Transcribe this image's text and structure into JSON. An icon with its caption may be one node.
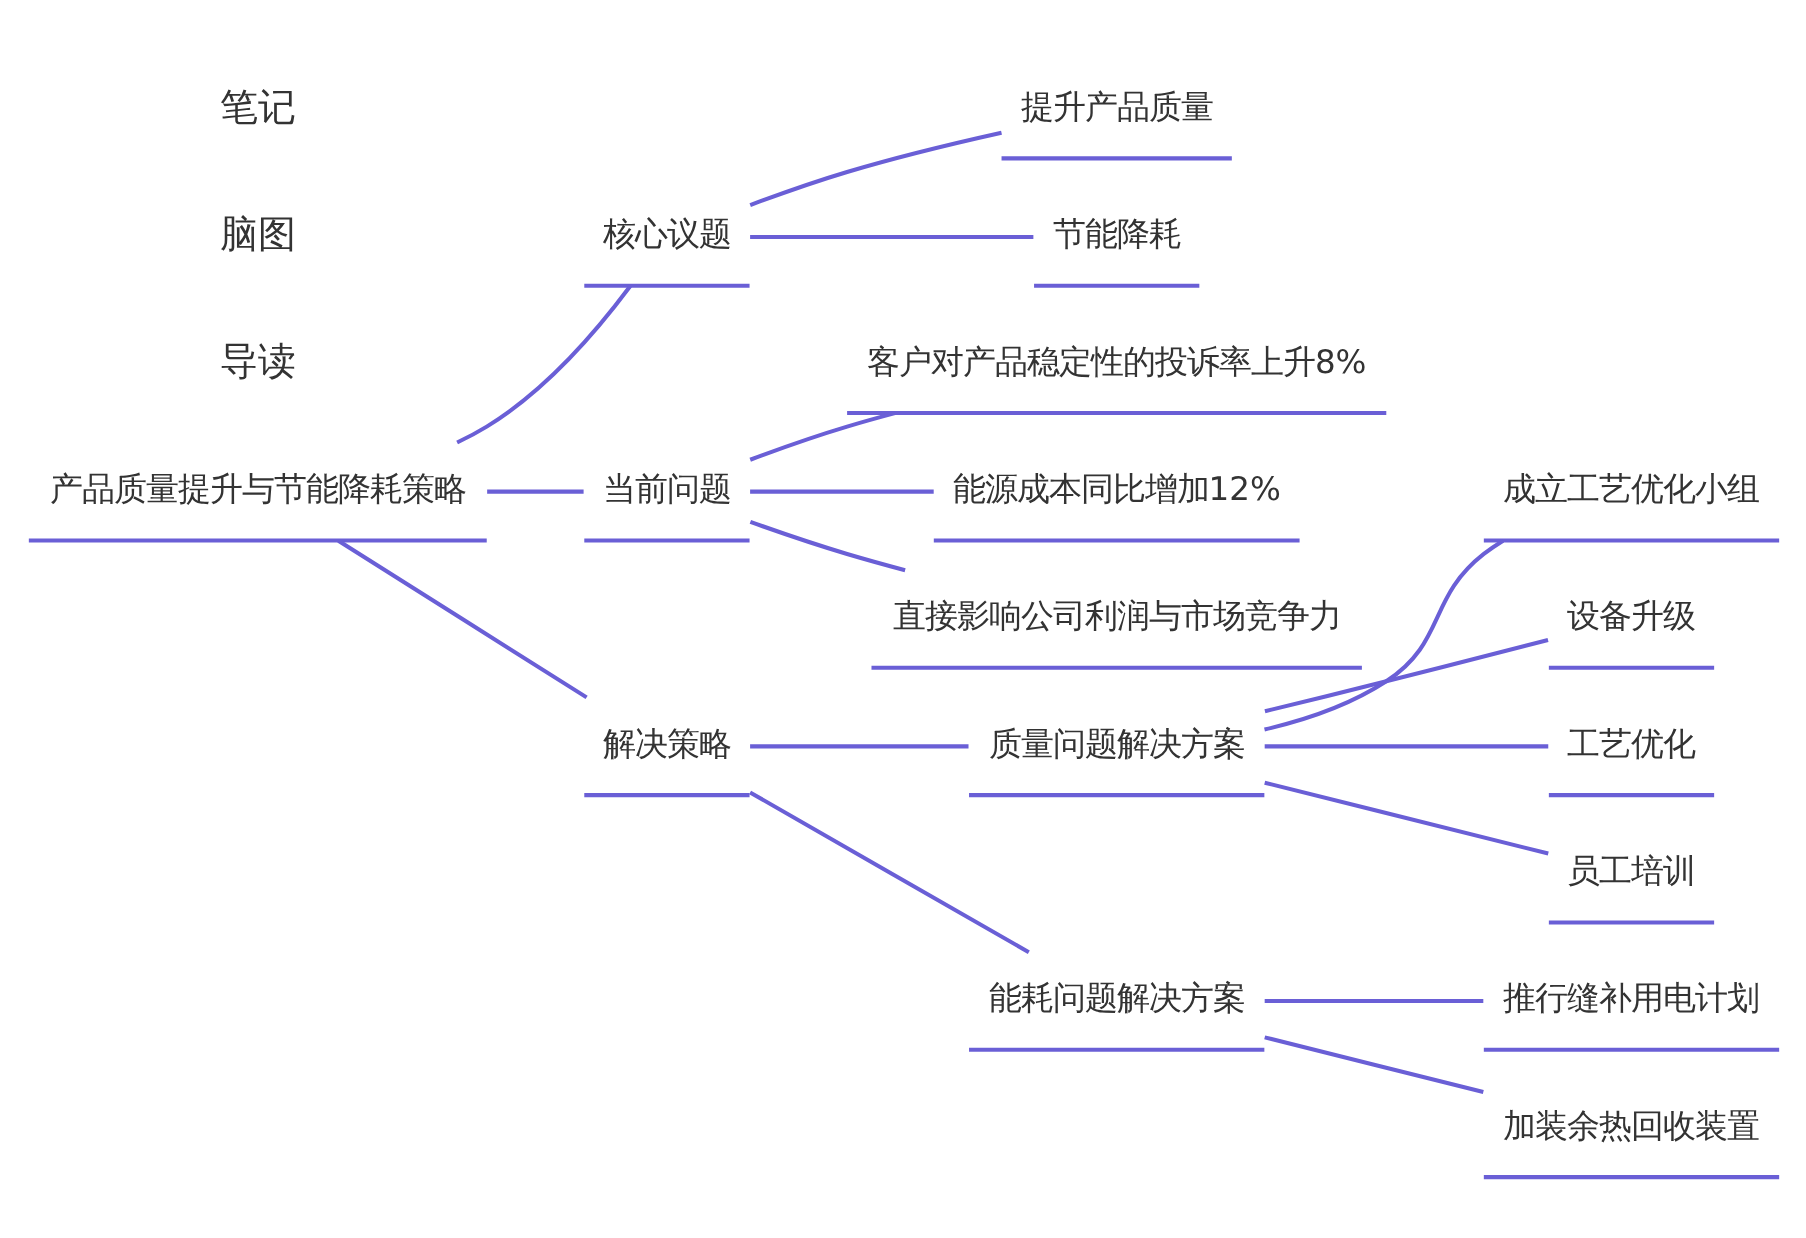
{
  "diagram": {
    "nodes": [
      {
        "text": [
          "产品质量提升与节能降耗策略"
        ]
      },
      {
        "text": [
          "核心议题"
        ]
      },
      {
        "text": [
          "提升产品质量"
        ]
      },
      {
        "text": [
          "节能降耗"
        ]
      },
      {
        "text": [
          "当前问题"
        ]
      },
      {
        "text": [
          "客户对产品稳定性的投诉率上升8%"
        ]
      },
      {
        "text": [
          "能源成本同比增加12%"
        ]
      },
      {
        "text": [
          "直接影响公司利润与市场竞争力"
        ]
      },
      {
        "text": [
          "解决策略"
        ]
      },
      {
        "text": [
          "质量问题解决方案"
        ]
      },
      {
        "text": [
          "成立工艺优化小组"
        ]
      },
      {
        "text": [
          "设备升级"
        ]
      },
      {
        "text": [
          "工艺优化"
        ]
      },
      {
        "text": [
          "员工培训"
        ]
      },
      {
        "text": [
          "能耗问题解决方案"
        ]
      },
      {
        "text": [
          "推行缝补用电计划"
        ]
      },
      {
        "text": [
          "加装余热回收装置"
        ]
      }
    ],
    "edges": [
      {
        "from": 0,
        "to": 1,
        "arrow": "none"
      },
      {
        "from": 1,
        "to": 2,
        "arrow": "none"
      },
      {
        "from": 1,
        "to": 3,
        "arrow": "none"
      },
      {
        "from": 0,
        "to": 4,
        "arrow": "none"
      },
      {
        "from": 4,
        "to": 5,
        "arrow": "none"
      },
      {
        "from": 4,
        "to": 6,
        "arrow": "none"
      },
      {
        "from": 4,
        "to": 7,
        "arrow": "none"
      },
      {
        "from": 0,
        "to": 8,
        "arrow": "none"
      },
      {
        "from": 8,
        "to": 9,
        "arrow": "none"
      },
      {
        "from": 9,
        "to": 10,
        "arrow": "none"
      },
      {
        "from": 9,
        "to": 11,
        "arrow": "none"
      },
      {
        "from": 9,
        "to": 12,
        "arrow": "none"
      },
      {
        "from": 9,
        "to": 13,
        "arrow": "none"
      },
      {
        "from": 8,
        "to": 14,
        "arrow": "none"
      },
      {
        "from": 14,
        "to": 15,
        "arrow": "none"
      },
      {
        "from": 14,
        "to": 16,
        "arrow": "none"
      }
    ],
    "labels": [
      "导读",
      "脑图",
      "笔记"
    ]
  }
}
